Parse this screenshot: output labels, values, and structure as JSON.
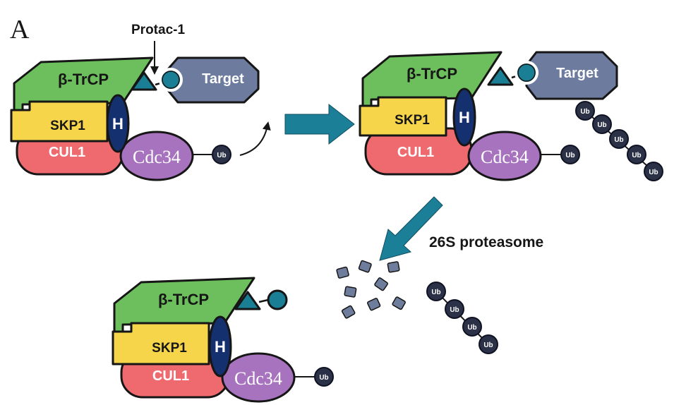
{
  "panel_letter": "A",
  "protac_label": "Protac-1",
  "proteasome_label": "26S proteasome",
  "complex_labels": {
    "btrcp": "β-TrCP",
    "skp1": "SKP1",
    "cul1": "CUL1",
    "h": "H",
    "cdc34": "Cdc34",
    "target": "Target",
    "ub": "Ub"
  },
  "colors": {
    "btrcp": "#6cbf5c",
    "skp1": "#f7d54a",
    "cul1": "#ef6a6f",
    "h_domain": "#15306e",
    "cdc34": "#a772be",
    "target": "#6d7b9e",
    "protac": "#1a7f95",
    "ubiquitin": "#2b3147",
    "arrow": "#1c7f98",
    "fragment": "#6f7d9c"
  },
  "icons": [
    "right-arrow-icon",
    "down-left-arrow-icon",
    "curved-transfer-arrow-icon"
  ]
}
